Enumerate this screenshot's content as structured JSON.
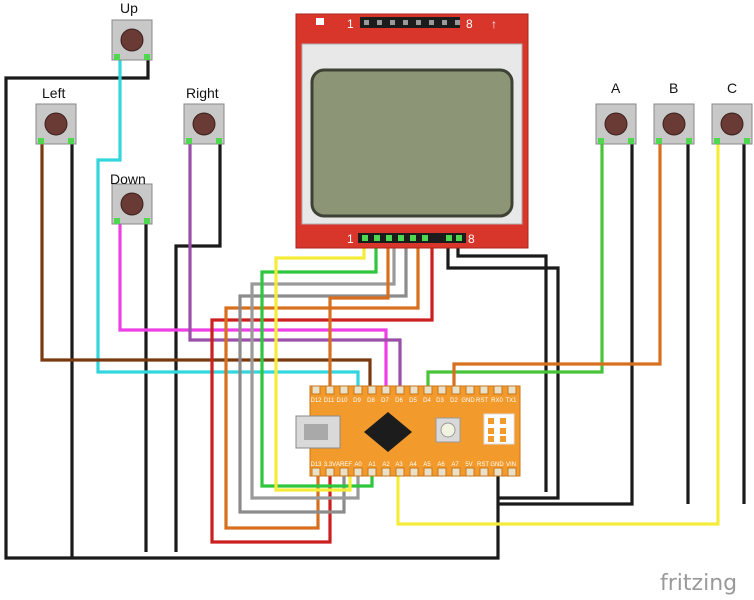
{
  "buttons": {
    "up": "Up",
    "left": "Left",
    "right": "Right",
    "down": "Down",
    "a": "A",
    "b": "B",
    "c": "C"
  },
  "lcd": {
    "pin_first": "1",
    "pin_last": "8",
    "arrow": "↑"
  },
  "board": {
    "top_pins": [
      "D12",
      "D11",
      "D10",
      "D9",
      "D8",
      "D7",
      "D6",
      "D5",
      "D4",
      "D3",
      "D2",
      "GND",
      "RST",
      "RX0",
      "TX1"
    ],
    "bottom_pins": [
      "D13",
      "3.3V",
      "AREF",
      "A0",
      "A1",
      "A2",
      "A3",
      "A4",
      "A5",
      "A6",
      "A7",
      "5V",
      "RST",
      "GND",
      "VIN"
    ]
  },
  "watermark": "fritzing"
}
